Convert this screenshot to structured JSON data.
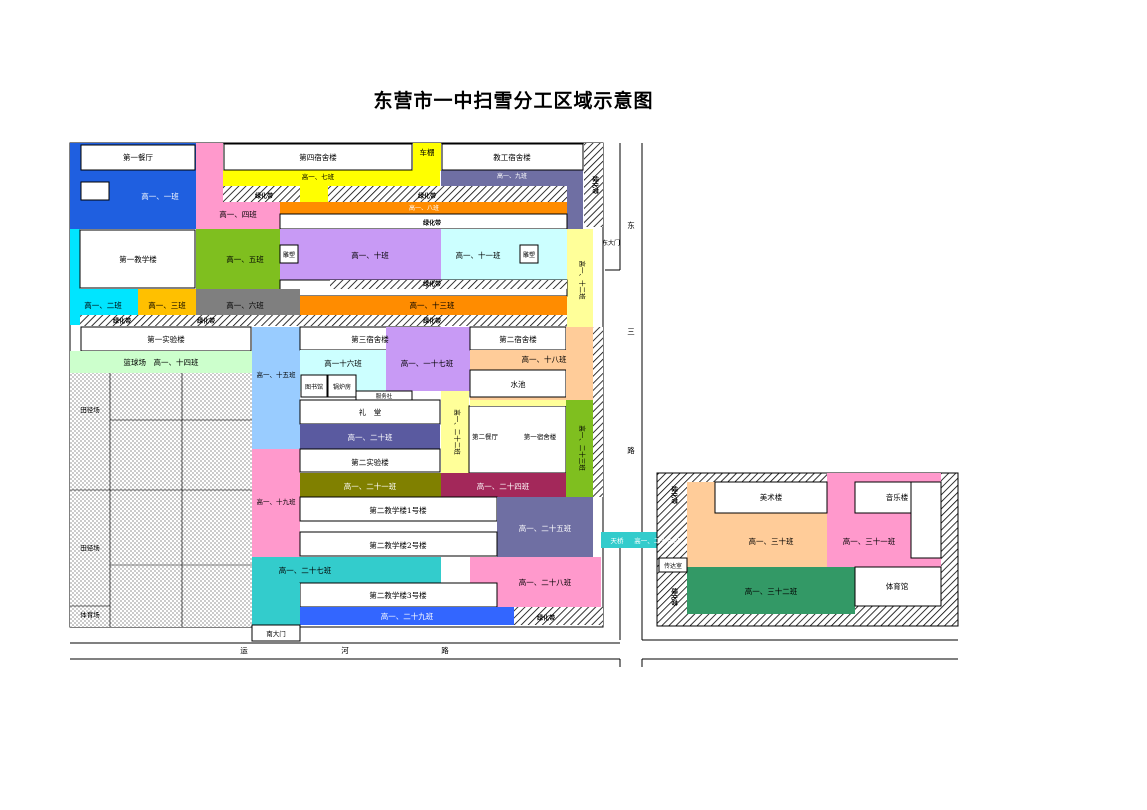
{
  "title": "东营市一中扫雪分工区域示意图",
  "colors": {
    "blue": "#1f5fe0",
    "pink": "#ff99cc",
    "yellow": "#ffff00",
    "slate": "#6f6fa3",
    "orange": "#ff8c00",
    "lavender": "#c89af5",
    "lightcyan": "#ccffff",
    "green": "#7fbf1f",
    "cyan": "#00e5ff",
    "gold": "#ffc000",
    "gray": "#7f7f7f",
    "peach": "#ffcc99",
    "mint": "#ccffcc",
    "skyblue": "#99ccff",
    "olive": "#808000",
    "maroon": "#a3285a",
    "teal": "#33cccc",
    "paleyellow": "#ffff99",
    "navy": "#5a5aa0",
    "darkgreen": "#339966",
    "royal": "#3366ff",
    "lime": "#66cc00"
  },
  "buildings": {
    "canteen1": "第一餐厅",
    "dorm4": "第四宿舍楼",
    "shed": "车棚",
    "staffdorm": "教工宿舍楼",
    "teach1": "第一教学楼",
    "pavilion_a": "雕塑",
    "pavilion_b": "雕塑",
    "lab1": "第一实验楼",
    "court": "篮球场",
    "dorm3": "第三宿舍楼",
    "dorm2": "第二宿舍楼",
    "pool": "水池",
    "library": "图书馆",
    "boiler": "锅炉房",
    "service": "服务社",
    "hall": "礼　堂",
    "lab2": "第二实验楼",
    "canteen2": "第二餐厅",
    "dorm1": "第一宿舍楼",
    "teach2_1": "第二教学楼1号楼",
    "teach2_2": "第二教学楼2号楼",
    "teach2_3": "第二教学楼3号楼",
    "art": "美术楼",
    "music": "音乐楼",
    "gym": "体育馆",
    "gatehouse": "传达室",
    "field_a": "田径场",
    "field_b": "田径场",
    "field_c": "体育场",
    "bridge": "天桥"
  },
  "classes": {
    "c1": "高一、一班",
    "c2": "高一、二班",
    "c3": "高一、三班",
    "c4": "高一、四班",
    "c5": "高一、五班",
    "c6": "高一、六班",
    "c7": "高一、七班",
    "c8": "高一、八班",
    "c9": "高一、九班",
    "c10": "高一、十班",
    "c11": "高一、十一班",
    "c12": "高一、十二班",
    "c13": "高一、十三班",
    "c14": "篮球场　高一、十四班",
    "c15": "高一、十五班",
    "c16": "高一十六班",
    "c17": "高一、一十七班",
    "c18": "高一、十八班",
    "c19": "高一、十九班",
    "c20": "高一、二十班",
    "c21": "高一、二十一班",
    "c22": "高一、二十二班",
    "c23": "高一、二十三班",
    "c24": "高一、二十四班",
    "c25": "高一、二十五班",
    "c26": "高一、二十六班",
    "c27": "高一、二十七班",
    "c28": "高一、二十八班",
    "c29": "高一、二十九班",
    "c30": "高一、三十班",
    "c31": "高一、三十一班",
    "c32": "高一、三十二班"
  },
  "green_label": "绿化带",
  "roads": {
    "east_road_1": "东",
    "east_road_2": "三",
    "east_road_3": "路",
    "south_1": "运",
    "south_2": "河",
    "south_3": "路",
    "east_gate": "东大门",
    "south_gate": "南大门",
    "guard": "传达室"
  }
}
